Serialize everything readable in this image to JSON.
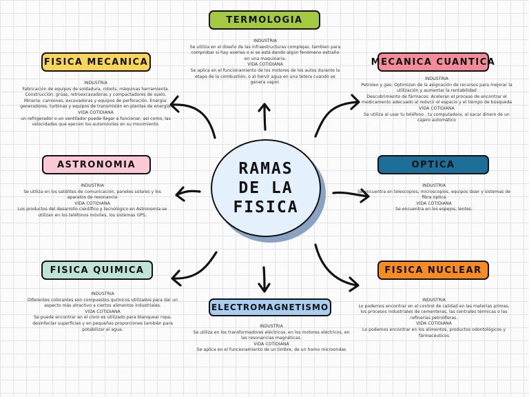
{
  "center": {
    "title": "RAMAS\nDE LA\nFISICA"
  },
  "colors": {
    "termologia": "#a5c93f",
    "mecanica": "#f8d65a",
    "cuantica": "#f28b9a",
    "astronomia": "#f9c9d6",
    "optica": "#1c6f99",
    "quimica": "#bfe3d7",
    "nuclear": "#f78c24",
    "electro": "#a9cdf0"
  },
  "branches": {
    "termologia": {
      "title": "TERMOLOGIA",
      "lines": [
        "INDUSTRIA",
        "Se utiliza en el diseño de las infraestructuras complejas, tambien para comprobar si hay averías o si se está dando algún fenómeno extraño en una maquinaria.",
        "VIDA COTIDIANA",
        "Se aplica en el funcionamiento de los motores de los autos durante la etapa de la combustión, o al hervir agua en una tetera cuando se genera vapor."
      ]
    },
    "mecanica": {
      "title": "FISICA MECANICA",
      "lines": [
        "INDUSTRIA",
        "Fabricación de equipos de soldadura, robots, máquinas herramienta.",
        "Construcción: grúas, retroexcavadoras y compactadores de suelo.",
        "Minería: camiones, excavadoras y equipos de perforación. Energía: generadores, turbinas y equipos de transmisión en plantas de energía.",
        "VIDA COTIDIANA",
        "un refrigerador o un ventilador puede llegar a funcionar, así como, las velocidades que ejercen los automóviles en su movimiento."
      ]
    },
    "cuantica": {
      "title": "MECANICA CUANTICA",
      "lines": [
        "INDUSTRIA",
        "Petroleo y gas: Optimizan de la asignación de recursos para mejorar la utilización y aumentar la rentabilidad",
        "Descubrimiento de fármacos: Aceleran el proceso de encontrar el medicamento adecuado al reducir el espacio y el tiempo de búsqueda",
        "VIDA COTIDIANA",
        "Se utiliza al usar tu teléfono , tu computadora, al sacar dinero de un cajero automático"
      ]
    },
    "astronomia": {
      "title": "ASTRONOMIA",
      "lines": [
        "INDUSTRIA",
        "Se utiliza en los satélites de comunicación, paneles solares y los aparatos de resonancia",
        "VIDA COTIDIANA",
        "Los productos del desarrollo científico y tecnológico en Astronomía se utilizan en los teléfonos móviles, los sistemas GPS,"
      ]
    },
    "optica": {
      "title": "OPTICA",
      "lines": [
        "INDUSTRIA",
        "Se encuentra en telescopios, microscopios, equipos láser y sistemas de fibra optica",
        "VIDA COTIDIANA",
        "Se encuentra en los espejos, lentes."
      ]
    },
    "quimica": {
      "title": "FISICA QUIMICA",
      "lines": [
        "INDUSTRIA",
        "Diferentes colorantes son compuestos químicos utilizados para dar un aspecto más atractivo a ciertos alimentos industriales.",
        "VIDA COTIDIANA",
        "Se puede encontrar en el cloro es utilizado para blanquear ropa, desinfectar superficies y en pequeñas proporciones también para potabilizar el agua.",
        "."
      ]
    },
    "nuclear": {
      "title": "FISICA NUCLEAR",
      "lines": [
        "INDUSTRIA",
        "Lo podemos encontrar en el control de calidad en las materias primas, los procesos industriales de cementeras, las centrales térmicas o las refinerías petrolíferas.",
        "VIDA COTIDIANA",
        "Lo podemos encontrar en los alimentos, productos odontológicos y fármacéuticos"
      ]
    },
    "electro": {
      "title": "ELECTROMAGNETISMO",
      "lines": [
        "INDUSTRIA",
        "Se utiliza en los transformadores eléctricos, en los motores eléctricos, en las resonancias magnéticas.",
        "VIDA COTIDIANA",
        "Se aplica en el funcionamiento de un timbre, de un horno microondas"
      ]
    }
  }
}
